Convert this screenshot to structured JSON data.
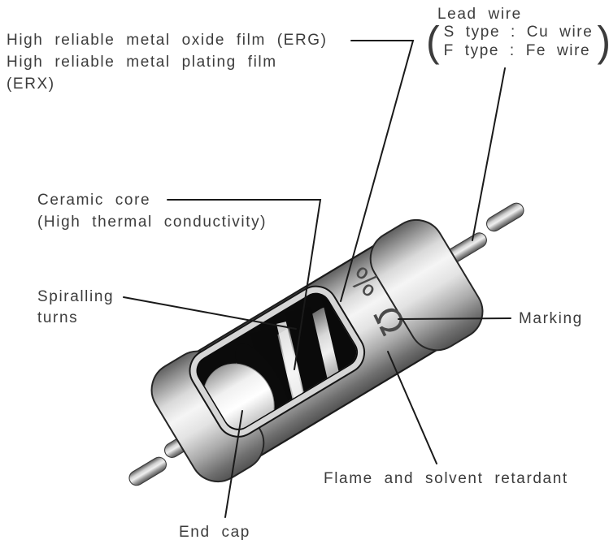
{
  "theme": {
    "background": "#ffffff",
    "text_color": "#3c3c3c",
    "line_color": "#1a1a1a"
  },
  "labels": {
    "film": {
      "line1": "High reliable metal oxide film (ERG)",
      "line2": "High reliable metal plating film",
      "line3": "(ERX)"
    },
    "lead_wire": {
      "title": "Lead wire",
      "open": "(",
      "s_type": "S type : Cu wire",
      "f_type": "F type : Fe wire",
      "close": ")"
    },
    "ceramic_core": {
      "line1": "Ceramic core",
      "line2": "(High thermal conductivity)"
    },
    "spiralling": {
      "line1": "Spiralling",
      "line2": "turns"
    },
    "marking": "Marking",
    "flame": "Flame and solvent retardant",
    "end_cap": "End cap"
  },
  "body_markings": {
    "percent": "%",
    "ohm": "Ω"
  }
}
